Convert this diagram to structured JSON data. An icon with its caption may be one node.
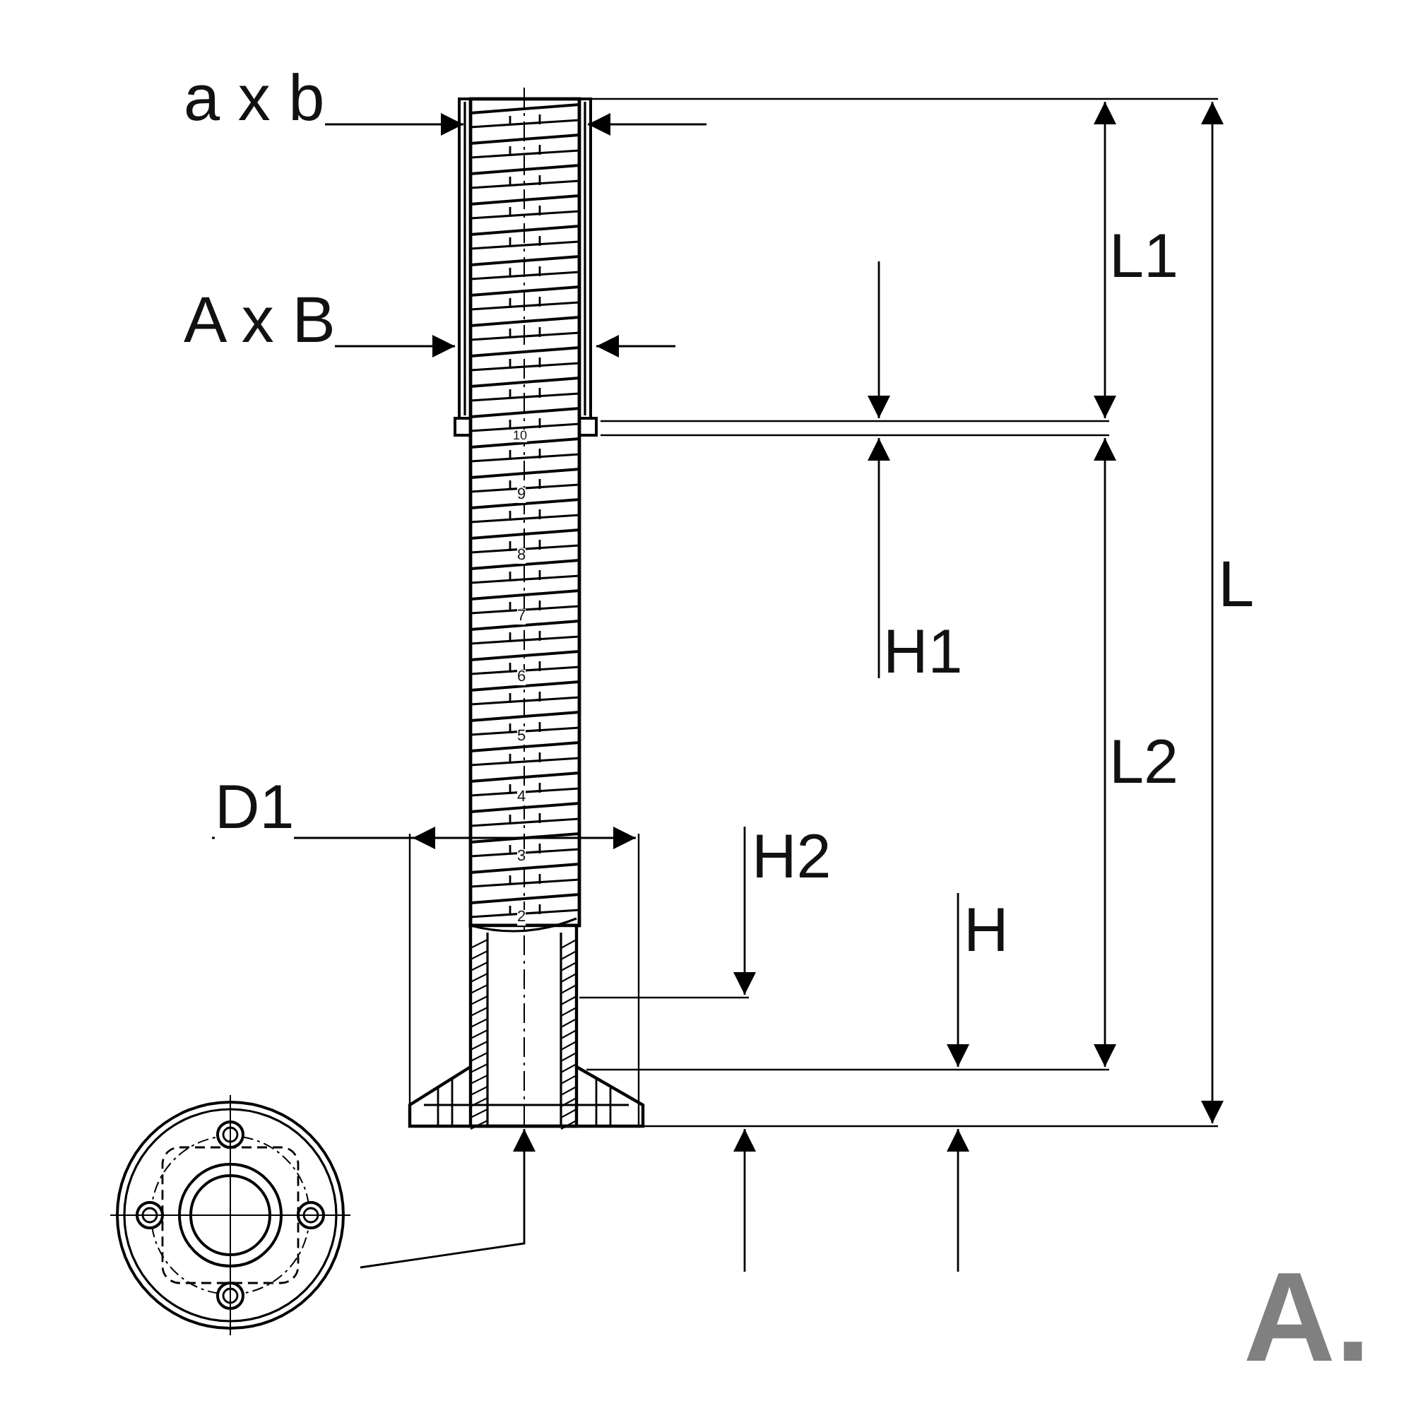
{
  "diagram": {
    "labels": [
      "a x b",
      "L1",
      "A x B",
      "10",
      "9",
      "8",
      "L",
      "7",
      "H1",
      "6",
      "5",
      "L2",
      "4",
      "D1",
      "H2",
      "3",
      "2",
      "H",
      "A."
    ]
  }
}
